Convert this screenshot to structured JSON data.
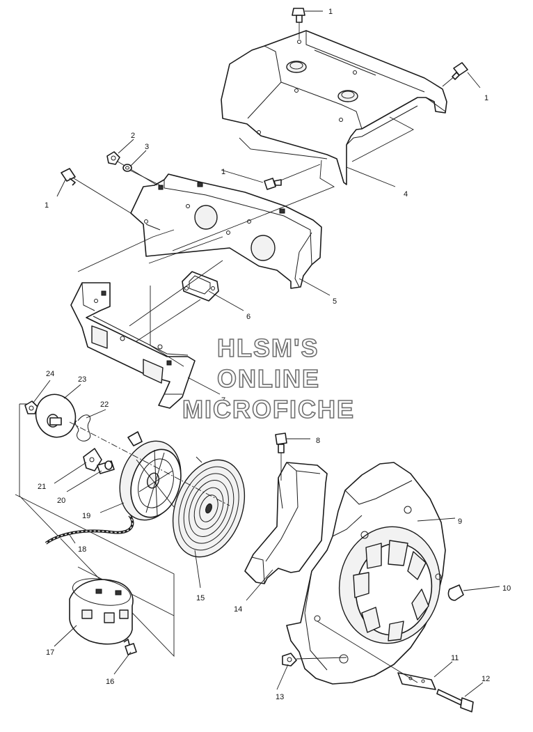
{
  "watermark": {
    "line1": "HLSM'S",
    "line2": "ONLINE",
    "line3": "MICROFICHE"
  },
  "callouts": [
    {
      "id": "c1a",
      "label": "1"
    },
    {
      "id": "c1b",
      "label": "1"
    },
    {
      "id": "c1c",
      "label": "1"
    },
    {
      "id": "c1d",
      "label": "1"
    },
    {
      "id": "c2",
      "label": "2"
    },
    {
      "id": "c3",
      "label": "3"
    },
    {
      "id": "c4",
      "label": "4"
    },
    {
      "id": "c5",
      "label": "5"
    },
    {
      "id": "c6",
      "label": "6"
    },
    {
      "id": "c7",
      "label": "7"
    },
    {
      "id": "c8",
      "label": "8"
    },
    {
      "id": "c9",
      "label": "9"
    },
    {
      "id": "c10",
      "label": "10"
    },
    {
      "id": "c11",
      "label": "11"
    },
    {
      "id": "c12",
      "label": "12"
    },
    {
      "id": "c13",
      "label": "13"
    },
    {
      "id": "c14",
      "label": "14"
    },
    {
      "id": "c15",
      "label": "15"
    },
    {
      "id": "c16",
      "label": "16"
    },
    {
      "id": "c17",
      "label": "17"
    },
    {
      "id": "c18",
      "label": "18"
    },
    {
      "id": "c19",
      "label": "19"
    },
    {
      "id": "c20",
      "label": "20"
    },
    {
      "id": "c21",
      "label": "21"
    },
    {
      "id": "c22",
      "label": "22"
    },
    {
      "id": "c23",
      "label": "23"
    },
    {
      "id": "c24",
      "label": "24"
    }
  ]
}
